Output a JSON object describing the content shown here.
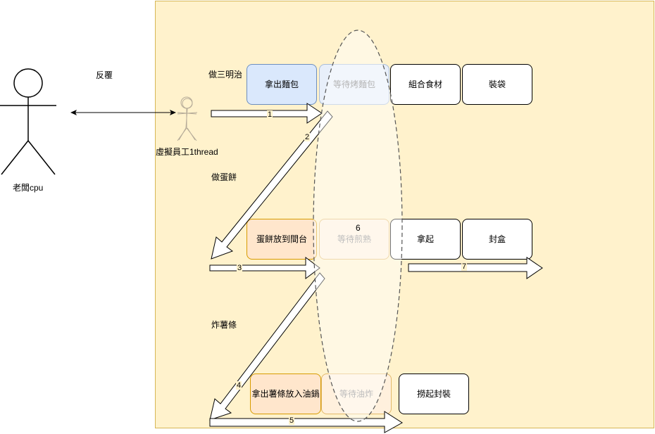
{
  "actors": {
    "boss_label": "老闆cpu",
    "worker_label": "虛擬員工1thread",
    "repeat_label": "反覆"
  },
  "tasks": [
    {
      "name": "做三明治",
      "steps": [
        "拿出麵包",
        "等待烤麵包",
        "組合食材",
        "裝袋"
      ]
    },
    {
      "name": "做蛋餅",
      "steps": [
        "蛋餅放到間台",
        "等待煎熟",
        "拿起",
        "封盒"
      ]
    },
    {
      "name": "炸薯條",
      "steps": [
        "拿出薯條放入油鍋",
        "等待油炸",
        "撈起封裝"
      ]
    }
  ],
  "arrow_labels": [
    "1",
    "2",
    "3",
    "4",
    "5",
    "6",
    "7"
  ],
  "colors": {
    "panel_fill": "#fff2cc",
    "panel_border": "#d6b656",
    "blue_fill": "#dae8fc",
    "blue_border": "#6c8ebf",
    "orange_fill": "#ffe6cc",
    "orange_border": "#d79b00"
  }
}
